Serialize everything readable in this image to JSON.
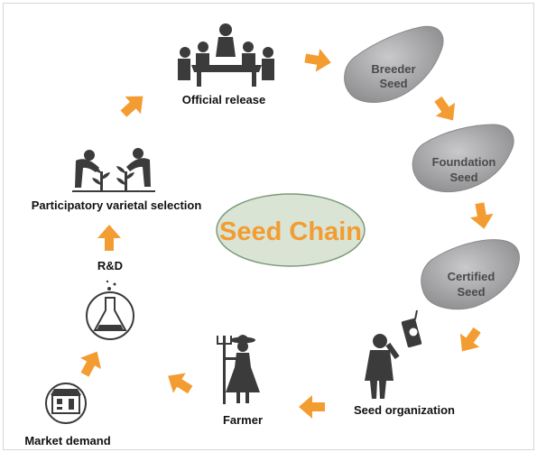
{
  "center": {
    "title": "Seed Chain",
    "fill": "#d9e4d4",
    "text_color": "#f39c32"
  },
  "stages": {
    "official_release": "Official release",
    "breeder_seed": [
      "Breeder",
      "Seed"
    ],
    "foundation_seed": [
      "Foundation",
      "Seed"
    ],
    "certified_seed": [
      "Certified",
      "Seed"
    ],
    "seed_organization": "Seed organization",
    "farmer": "Farmer",
    "market_demand": "Market demand",
    "rnd": "R&D",
    "participatory_selection": "Participatory varietal selection"
  },
  "icons": {
    "official_release": "meeting-table-icon",
    "seed": "bean-seed-icon",
    "seed_organization": "businessman-with-phone-icon",
    "farmer": "farmer-with-pitchfork-icon",
    "market_demand": "market-stall-icon",
    "rnd": "flask-icon",
    "participatory_selection": "people-with-plants-icon"
  },
  "colors": {
    "arrow": "#f39c32",
    "seed": "#a5a5a7",
    "icon": "#3b3b3b"
  }
}
